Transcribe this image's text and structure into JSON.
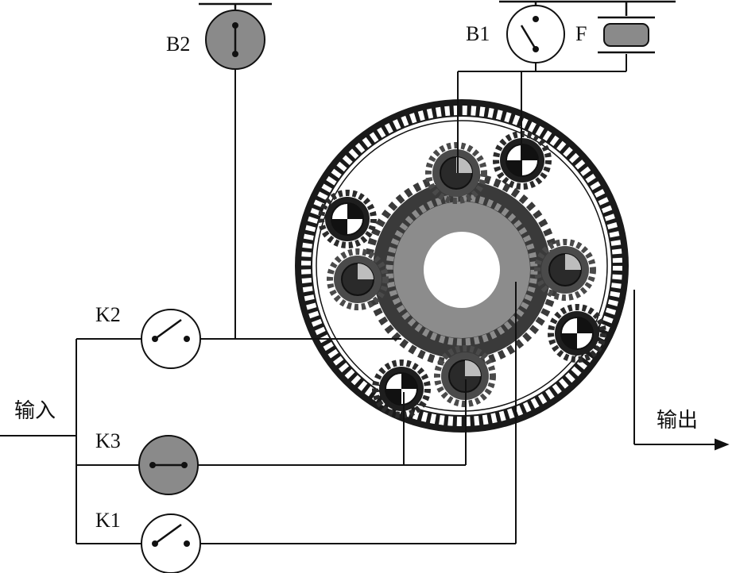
{
  "labels": {
    "b2": "B2",
    "b1": "B1",
    "f": "F",
    "k1": "K1",
    "k2": "K2",
    "k3": "K3",
    "input": "输入",
    "output": "输出"
  },
  "colors": {
    "line": "#111111",
    "ring_gear": "#1a1a1a",
    "sun_dark": "#3a3a3a",
    "sun_light": "#8c8c8c",
    "planet": "#505050",
    "brake_filled": "#8a8a8a"
  },
  "components": {
    "brakes": [
      "B1",
      "B2"
    ],
    "clutches": [
      "K1",
      "K2",
      "K3"
    ],
    "freewheel": "F"
  }
}
